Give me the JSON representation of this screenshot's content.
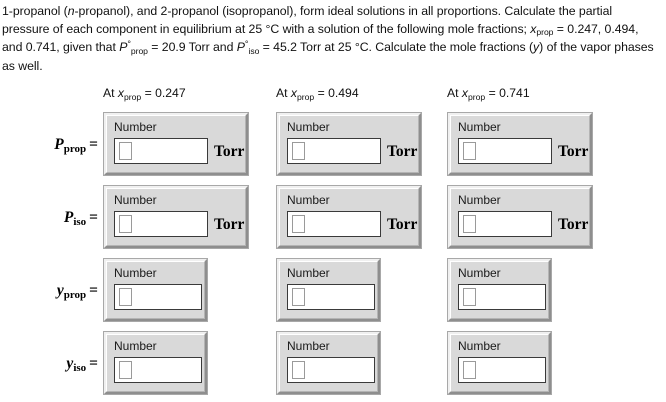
{
  "problem": {
    "line1_a": "1-propanol (",
    "line1_it": "n",
    "line1_b": "-propanol), and 2-propanol (isopropanol), form ideal solutions in all proportions. Calculate the partial pressure of each component in equilibrium at 25 °C with a solution of the following mole fractions; ",
    "var_x": "x",
    "sub_prop": "prop",
    "mid": " = 0.247, 0.494, and 0.741, given that ",
    "var_P1": "P",
    "sup_deg": "°",
    "sub_prop2": "prop",
    "mid2": " = 20.9 Torr and ",
    "var_P2": "P",
    "sub_iso": "iso",
    "end": " = 45.2 Torr at 25 °C. Calculate the mole fractions (",
    "var_y": "y",
    "end2": ") of the vapor phases as well."
  },
  "columns": [
    {
      "prefix": "At ",
      "variable": "x",
      "subscript": "prop",
      "equals": " = ",
      "value": "0.247"
    },
    {
      "prefix": "At ",
      "variable": "x",
      "subscript": "prop",
      "equals": " = ",
      "value": "0.494"
    },
    {
      "prefix": "At ",
      "variable": "x",
      "subscript": "prop",
      "equals": " = ",
      "value": "0.741"
    }
  ],
  "rows": [
    {
      "label_variable": "P",
      "label_subscript": "prop",
      "label_equals": "=",
      "unit": "Torr",
      "has_unit": true,
      "field_label": "Number",
      "field_value": "",
      "field_placeholder": ""
    },
    {
      "label_variable": "P",
      "label_subscript": "iso",
      "label_equals": "=",
      "unit": "Torr",
      "has_unit": true,
      "field_label": "Number",
      "field_value": "",
      "field_placeholder": ""
    },
    {
      "label_variable": "y",
      "label_subscript": "prop",
      "label_equals": "=",
      "unit": "",
      "has_unit": false,
      "field_label": "Number",
      "field_value": "",
      "field_placeholder": ""
    },
    {
      "label_variable": "y",
      "label_subscript": "iso",
      "label_equals": "=",
      "unit": "",
      "has_unit": false,
      "field_label": "Number",
      "field_value": "",
      "field_placeholder": ""
    }
  ],
  "colors": {
    "panel_face": "#d9d9d9",
    "panel_shadow": "#8e8e8e",
    "panel_highlight": "#f0f0f0",
    "input_background": "#ffffff",
    "input_border": "#3a3a3a",
    "text": "#000000",
    "page_background": "#ffffff"
  }
}
